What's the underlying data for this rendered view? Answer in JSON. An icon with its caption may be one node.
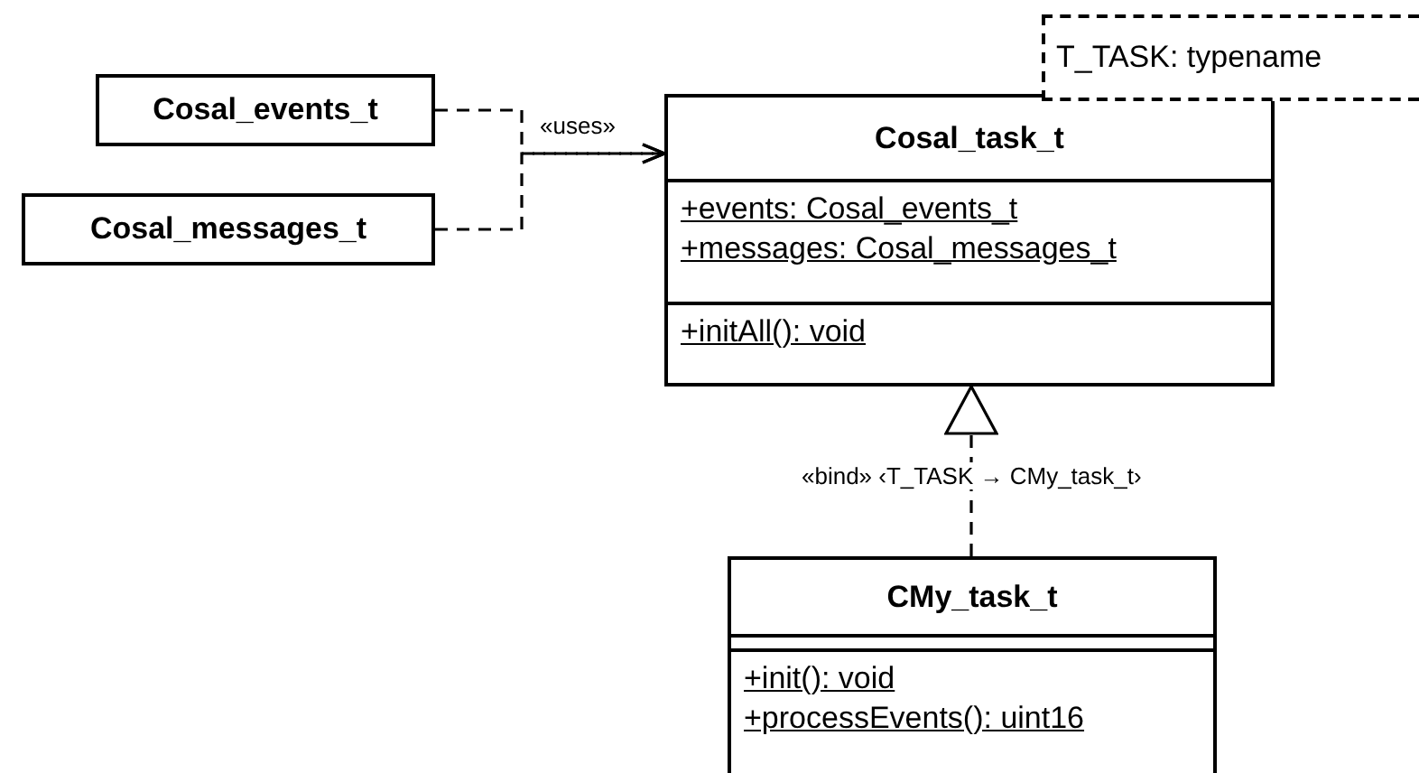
{
  "diagram": {
    "nodes": [
      {
        "text": [
          "Cosal_events_t"
        ]
      },
      {
        "text": [
          "Cosal_messages_t"
        ]
      },
      {
        "text": [
          "Cosal_task_t",
          "+events: Cosal_events_t",
          "+messages: Cosal_messages_t",
          "+initAll(): void"
        ]
      },
      {
        "text": [
          "T_TASK: typename"
        ]
      },
      {
        "text": [
          "CMy_task_t",
          "+init(): void",
          "+processEvents(): uint16"
        ]
      }
    ],
    "edges": [
      {
        "from": 0,
        "to": 2,
        "arrow": "to",
        "label": "«uses»",
        "style": "dashed"
      },
      {
        "from": 1,
        "to": 2,
        "arrow": "to",
        "style": "dashed"
      },
      {
        "from": 4,
        "to": 2,
        "arrow": "to",
        "label": "«bind» ‹T_TASK → CMy_task_t›",
        "style": "dashed"
      }
    ]
  }
}
